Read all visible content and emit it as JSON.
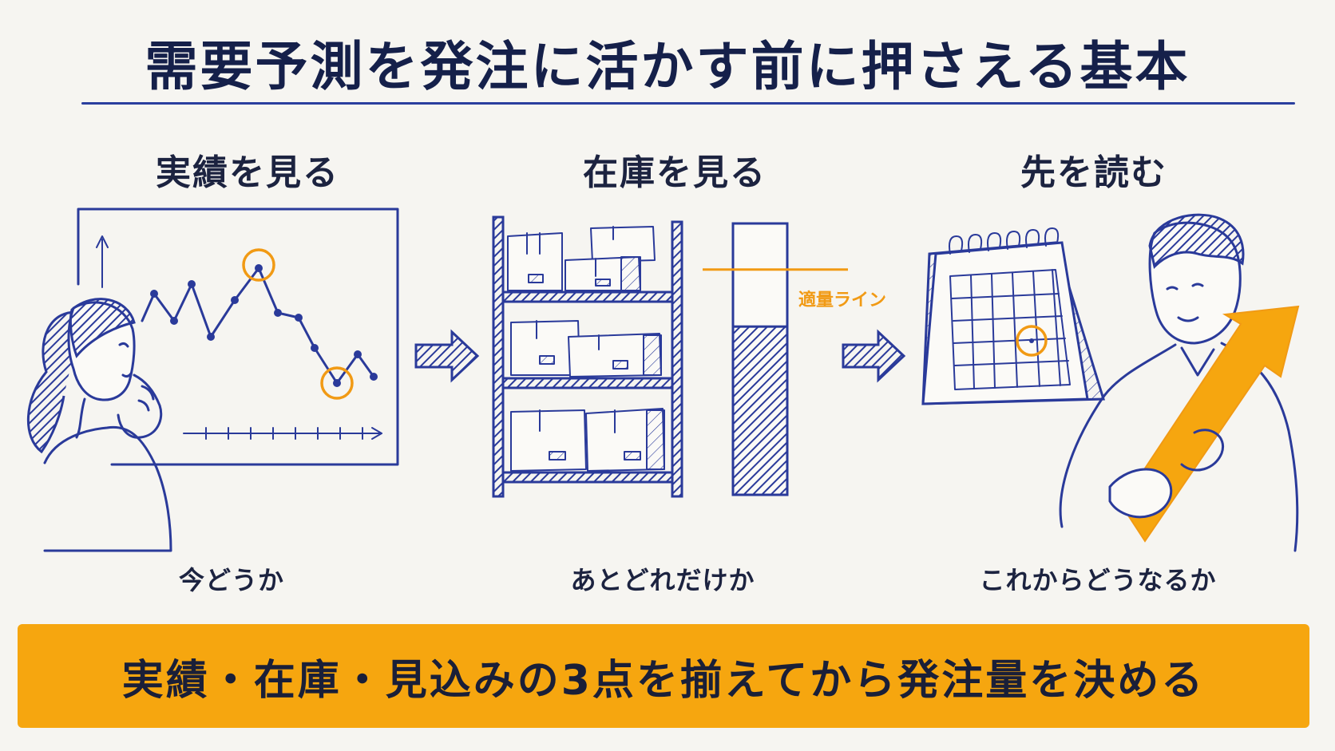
{
  "title": "需要予測を発注に活かす前に押さえる基本",
  "steps": [
    {
      "heading": "実績を見る",
      "caption": "今どうか"
    },
    {
      "heading": "在庫を見る",
      "caption": "あとどれだけか"
    },
    {
      "heading": "先を読む",
      "caption": "これからどうなるか"
    }
  ],
  "inventory_gauge": {
    "label": "適量ライン",
    "fill_level": 0.62,
    "optimal_line": 0.83
  },
  "banner": "実績・在庫・見込みの3点を揃えてから発注量を決める",
  "colors": {
    "ink": "#2a3a9a",
    "accent": "#f19a14",
    "banner": "#f6a60f",
    "background": "#f6f5f1"
  }
}
